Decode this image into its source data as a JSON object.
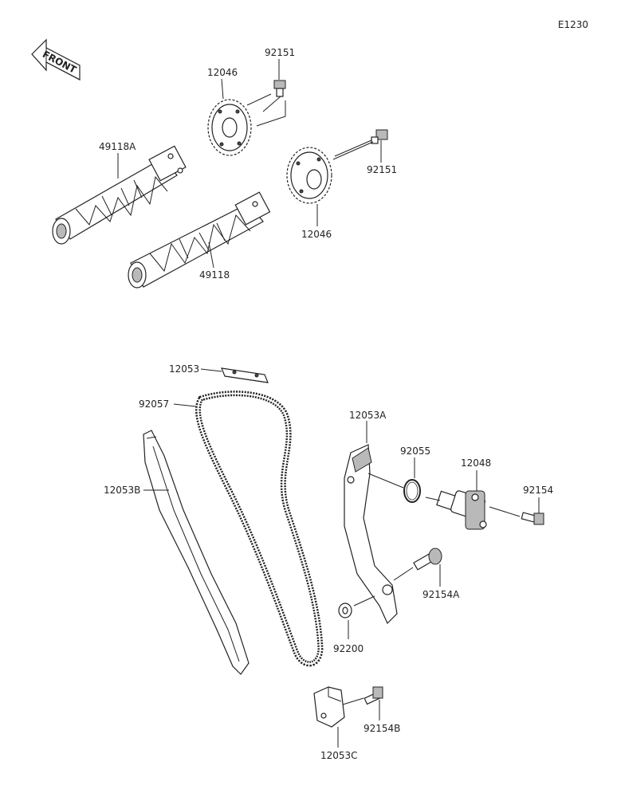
{
  "diagram_code": "E1230",
  "front_label": "FRONT",
  "callouts": {
    "bolt_upper_left": "92151",
    "sprocket_left": "12046",
    "bolt_upper_right": "92151",
    "sprocket_right": "12046",
    "camshaft_exhaust": "49118A",
    "camshaft_intake": "49118",
    "guide_top": "12053",
    "cam_chain": "92057",
    "guide_left": "12053B",
    "guide_right": "12053A",
    "oring": "92055",
    "tensioner": "12048",
    "bolt_tensioner": "92154",
    "bolt_guide_pivot": "92154A",
    "washer": "92200",
    "guide_bottom": "12053C",
    "bolt_bottom": "92154B"
  }
}
